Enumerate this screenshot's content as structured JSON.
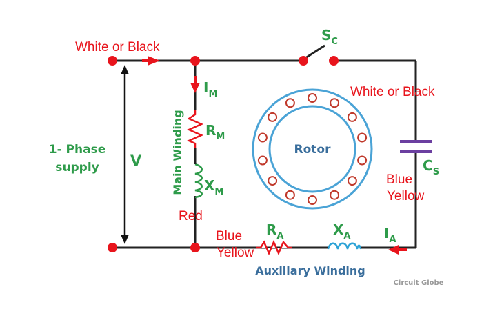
{
  "diagram": {
    "supply_label_line1": "1- Phase",
    "supply_label_line2": "supply",
    "voltage_label": "V",
    "switch_label": "S",
    "switch_label_sub": "C",
    "current_main_label": "I",
    "current_main_sub": "M",
    "resistor_main_label": "R",
    "resistor_main_sub": "M",
    "reactance_main_label": "X",
    "reactance_main_sub": "M",
    "main_winding_label": "Main Winding",
    "rotor_label": "Rotor",
    "capacitor_label": "C",
    "capacitor_sub": "S",
    "resistor_aux_label": "R",
    "resistor_aux_sub": "A",
    "reactance_aux_label": "X",
    "reactance_aux_sub": "A",
    "current_aux_label": "I",
    "current_aux_sub": "A",
    "aux_winding_label": "Auxiliary Winding",
    "watermark": "Circuit Globe"
  },
  "annotations": {
    "top_left_wire": "White or Black",
    "right_wire": "White or Black",
    "capacitor_side_line1": "Blue",
    "capacitor_side_line2": "Yellow",
    "main_winding_bottom": "Red",
    "aux_left_line1": "Blue",
    "aux_left_line2": "Yellow"
  },
  "colors": {
    "wire": "#222222",
    "node": "#e8141c",
    "component_green": "#2e9b4a",
    "rotor_ring": "#4aa3d6",
    "capacitor": "#6b3fa0",
    "annotation": "#e8141c",
    "label_blue": "#3a6e9c"
  }
}
